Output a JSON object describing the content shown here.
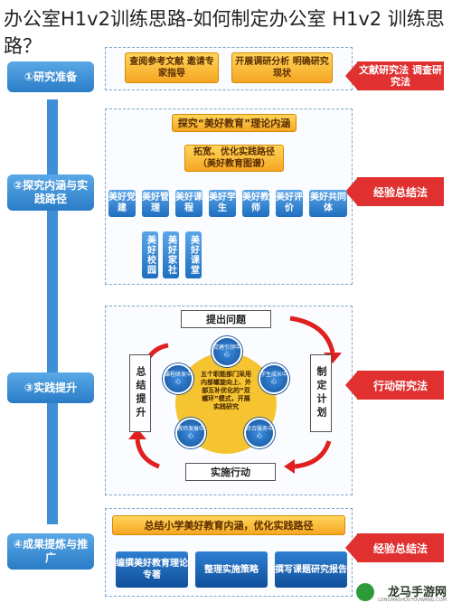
{
  "title": "办公室H1v2训练思路-如何制定办公室 H1v2 训练思路？",
  "stages": [
    "①研究准备",
    "②探究内涵与实践路径",
    "③实践提升",
    "④成果提炼与推广"
  ],
  "methods": [
    "文献研究法 调查研究法",
    "经验总结法",
    "行动研究法",
    "经验总结法"
  ],
  "prep": [
    "查阅参考文献 邀请专家指导",
    "开展调研分析 明确研究现状"
  ],
  "phase2": {
    "top": "探究“美好教育”理论内涵",
    "mid": "拓宽、优化实践路径（美好教育图谱）",
    "row": [
      "美好党建",
      "美好管理",
      "美好课程",
      "美好学生",
      "美好教师",
      "美好评价",
      "美好共同体"
    ],
    "sub": [
      "美好校园",
      "美好家社",
      "美好课堂"
    ]
  },
  "phase3": {
    "top": "提出问题",
    "right": "制定计划",
    "bottom": "实施行动",
    "left": "总结提升",
    "center": "五个职能部门采用内部螺旋向上、外部互补优化的“双螺环”模式，开展实践研究",
    "nodes": [
      "党建引领中心",
      "学生成长中心",
      "课程研发中心",
      "教师发展中心",
      "综合服务中心"
    ]
  },
  "phase4": {
    "top": "总结小学美好教育内涵，优化实践路径",
    "outputs": [
      "编撰美好教育理论专著",
      "整理实施策略",
      "撰写课题研究报告"
    ]
  },
  "watermark": {
    "name": "龙马手游网",
    "sub": "LONGMASHOUYOUWANG.COM"
  },
  "colors": {
    "stage_blue": "#2a7cc7",
    "method_red": "#e03030",
    "yellow": "#f5a623",
    "box_blue": "#1f6fc0"
  }
}
